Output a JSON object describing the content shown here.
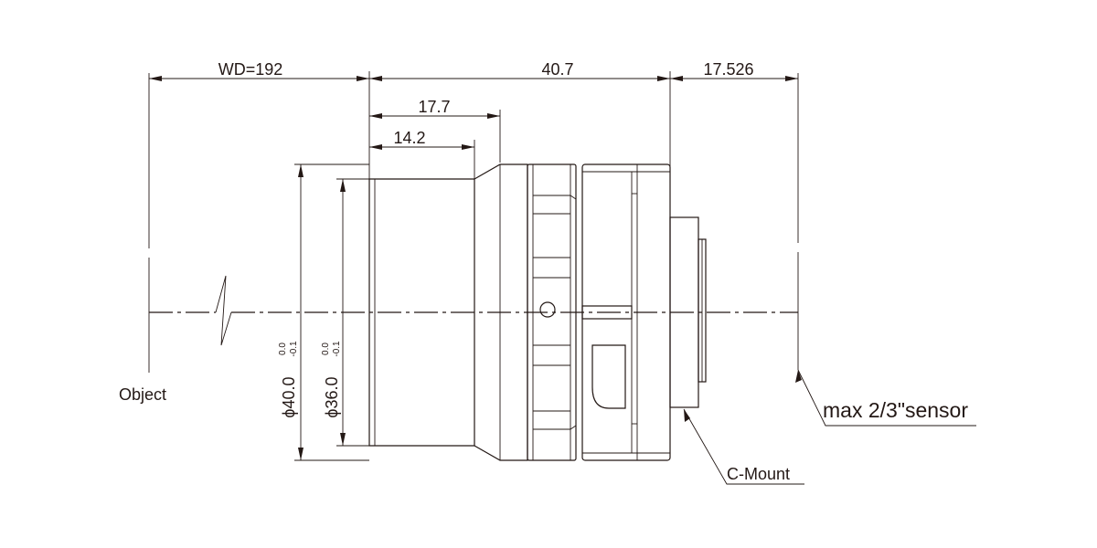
{
  "dimensions": {
    "working_distance": "WD=192",
    "lens_length": "40.7",
    "flange_back": "17.526",
    "front_barrel_length": "17.7",
    "front_step_length": "14.2",
    "outer_diameter": "ϕ40.0",
    "inner_diameter": "ϕ36.0",
    "tolerance_upper": "0.0",
    "tolerance_lower": "-0.1"
  },
  "callouts": {
    "object": "Object",
    "sensor": "max 2/3\"sensor",
    "mount": "C-Mount"
  }
}
